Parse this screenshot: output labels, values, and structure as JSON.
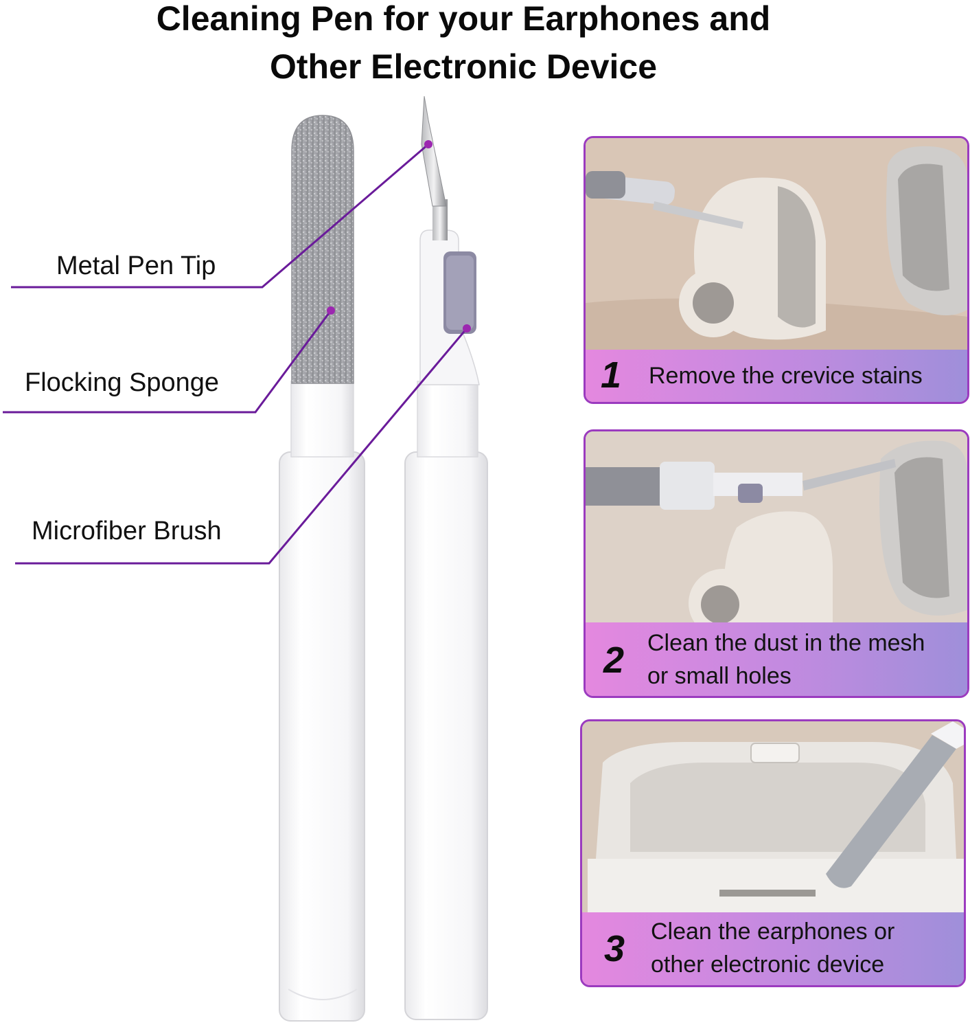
{
  "title": {
    "line1": "Cleaning Pen for your Earphones and",
    "line2": "Other Electronic Device"
  },
  "callouts": {
    "metal_tip": "Metal Pen Tip",
    "sponge": "Flocking Sponge",
    "brush": "Microfiber Brush"
  },
  "steps": [
    {
      "number": "1",
      "lines": [
        "Remove the crevice stains"
      ]
    },
    {
      "number": "2",
      "lines": [
        "Clean the dust in the mesh",
        "or small holes"
      ]
    },
    {
      "number": "3",
      "lines": [
        "Clean the earphones or",
        "other electronic device"
      ]
    }
  ],
  "colors": {
    "accent_purple": "#7a1fa2",
    "card_border": "#9b3bbf",
    "caption_gradient_start": "#e488df",
    "caption_gradient_end": "#9f8fda"
  }
}
